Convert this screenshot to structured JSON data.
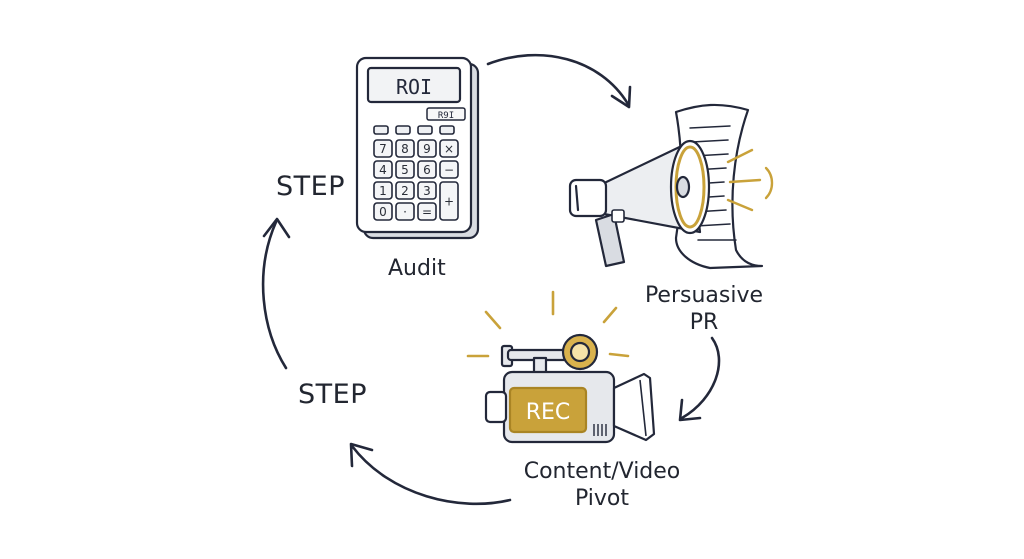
{
  "diagram": {
    "step_labels": [
      "STEP",
      "STEP"
    ],
    "nodes": [
      {
        "id": "audit",
        "label": "Audit",
        "icon": "calculator-icon",
        "screen_text": "ROI",
        "mini_screen_text": "R9I"
      },
      {
        "id": "pr",
        "label_lines": [
          "Persuasive",
          "PR"
        ],
        "icon": "megaphone-icon"
      },
      {
        "id": "video",
        "label_lines": [
          "Content/Video",
          "Pivot"
        ],
        "icon": "video-camera-icon",
        "badge": "REC"
      }
    ],
    "calculator_keys": [
      "7",
      "8",
      "9",
      "×",
      "4",
      "5",
      "6",
      "−",
      "1",
      "2",
      "3",
      "+",
      "0",
      "·",
      "="
    ],
    "colors": {
      "ink": "#23283a",
      "gold": "#c9a23a",
      "gold_dark": "#a98424",
      "paper": "#ffffff",
      "metal": "#e6e8ec"
    }
  }
}
